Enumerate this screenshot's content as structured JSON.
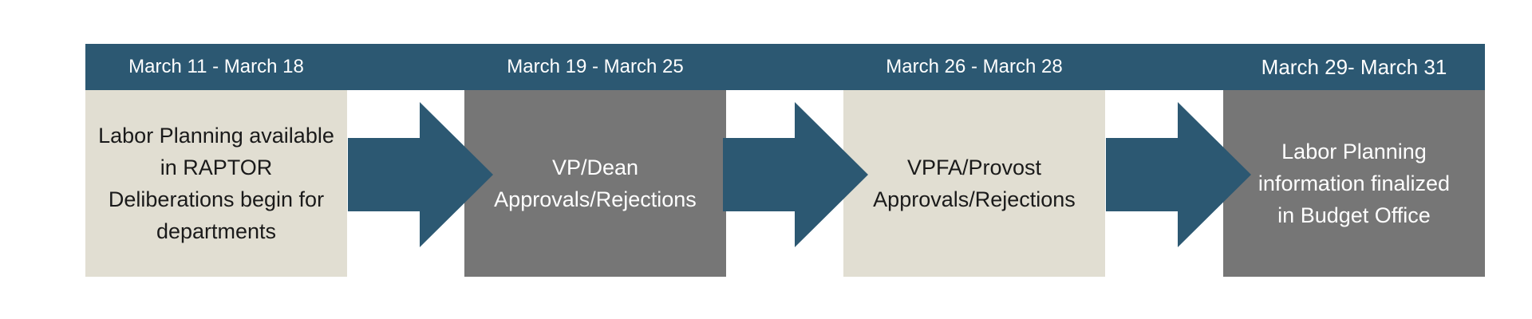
{
  "colors": {
    "header": "#2c5872",
    "arrow": "#2c5872",
    "box_light": "#e1ded2",
    "box_dark": "#767676"
  },
  "timeline": {
    "stages": [
      {
        "date_range": "March 11 - March 18",
        "description": "Labor Planning available\nin RAPTOR\nDeliberations begin for\ndepartments"
      },
      {
        "date_range": "March 19 - March 25",
        "description": "VP/Dean\nApprovals/Rejections"
      },
      {
        "date_range": "March 26 - March 28",
        "description": "VPFA/Provost\nApprovals/Rejections"
      },
      {
        "date_range": "March 29- March 31",
        "description": "Labor Planning\ninformation finalized\nin Budget Office"
      }
    ]
  }
}
